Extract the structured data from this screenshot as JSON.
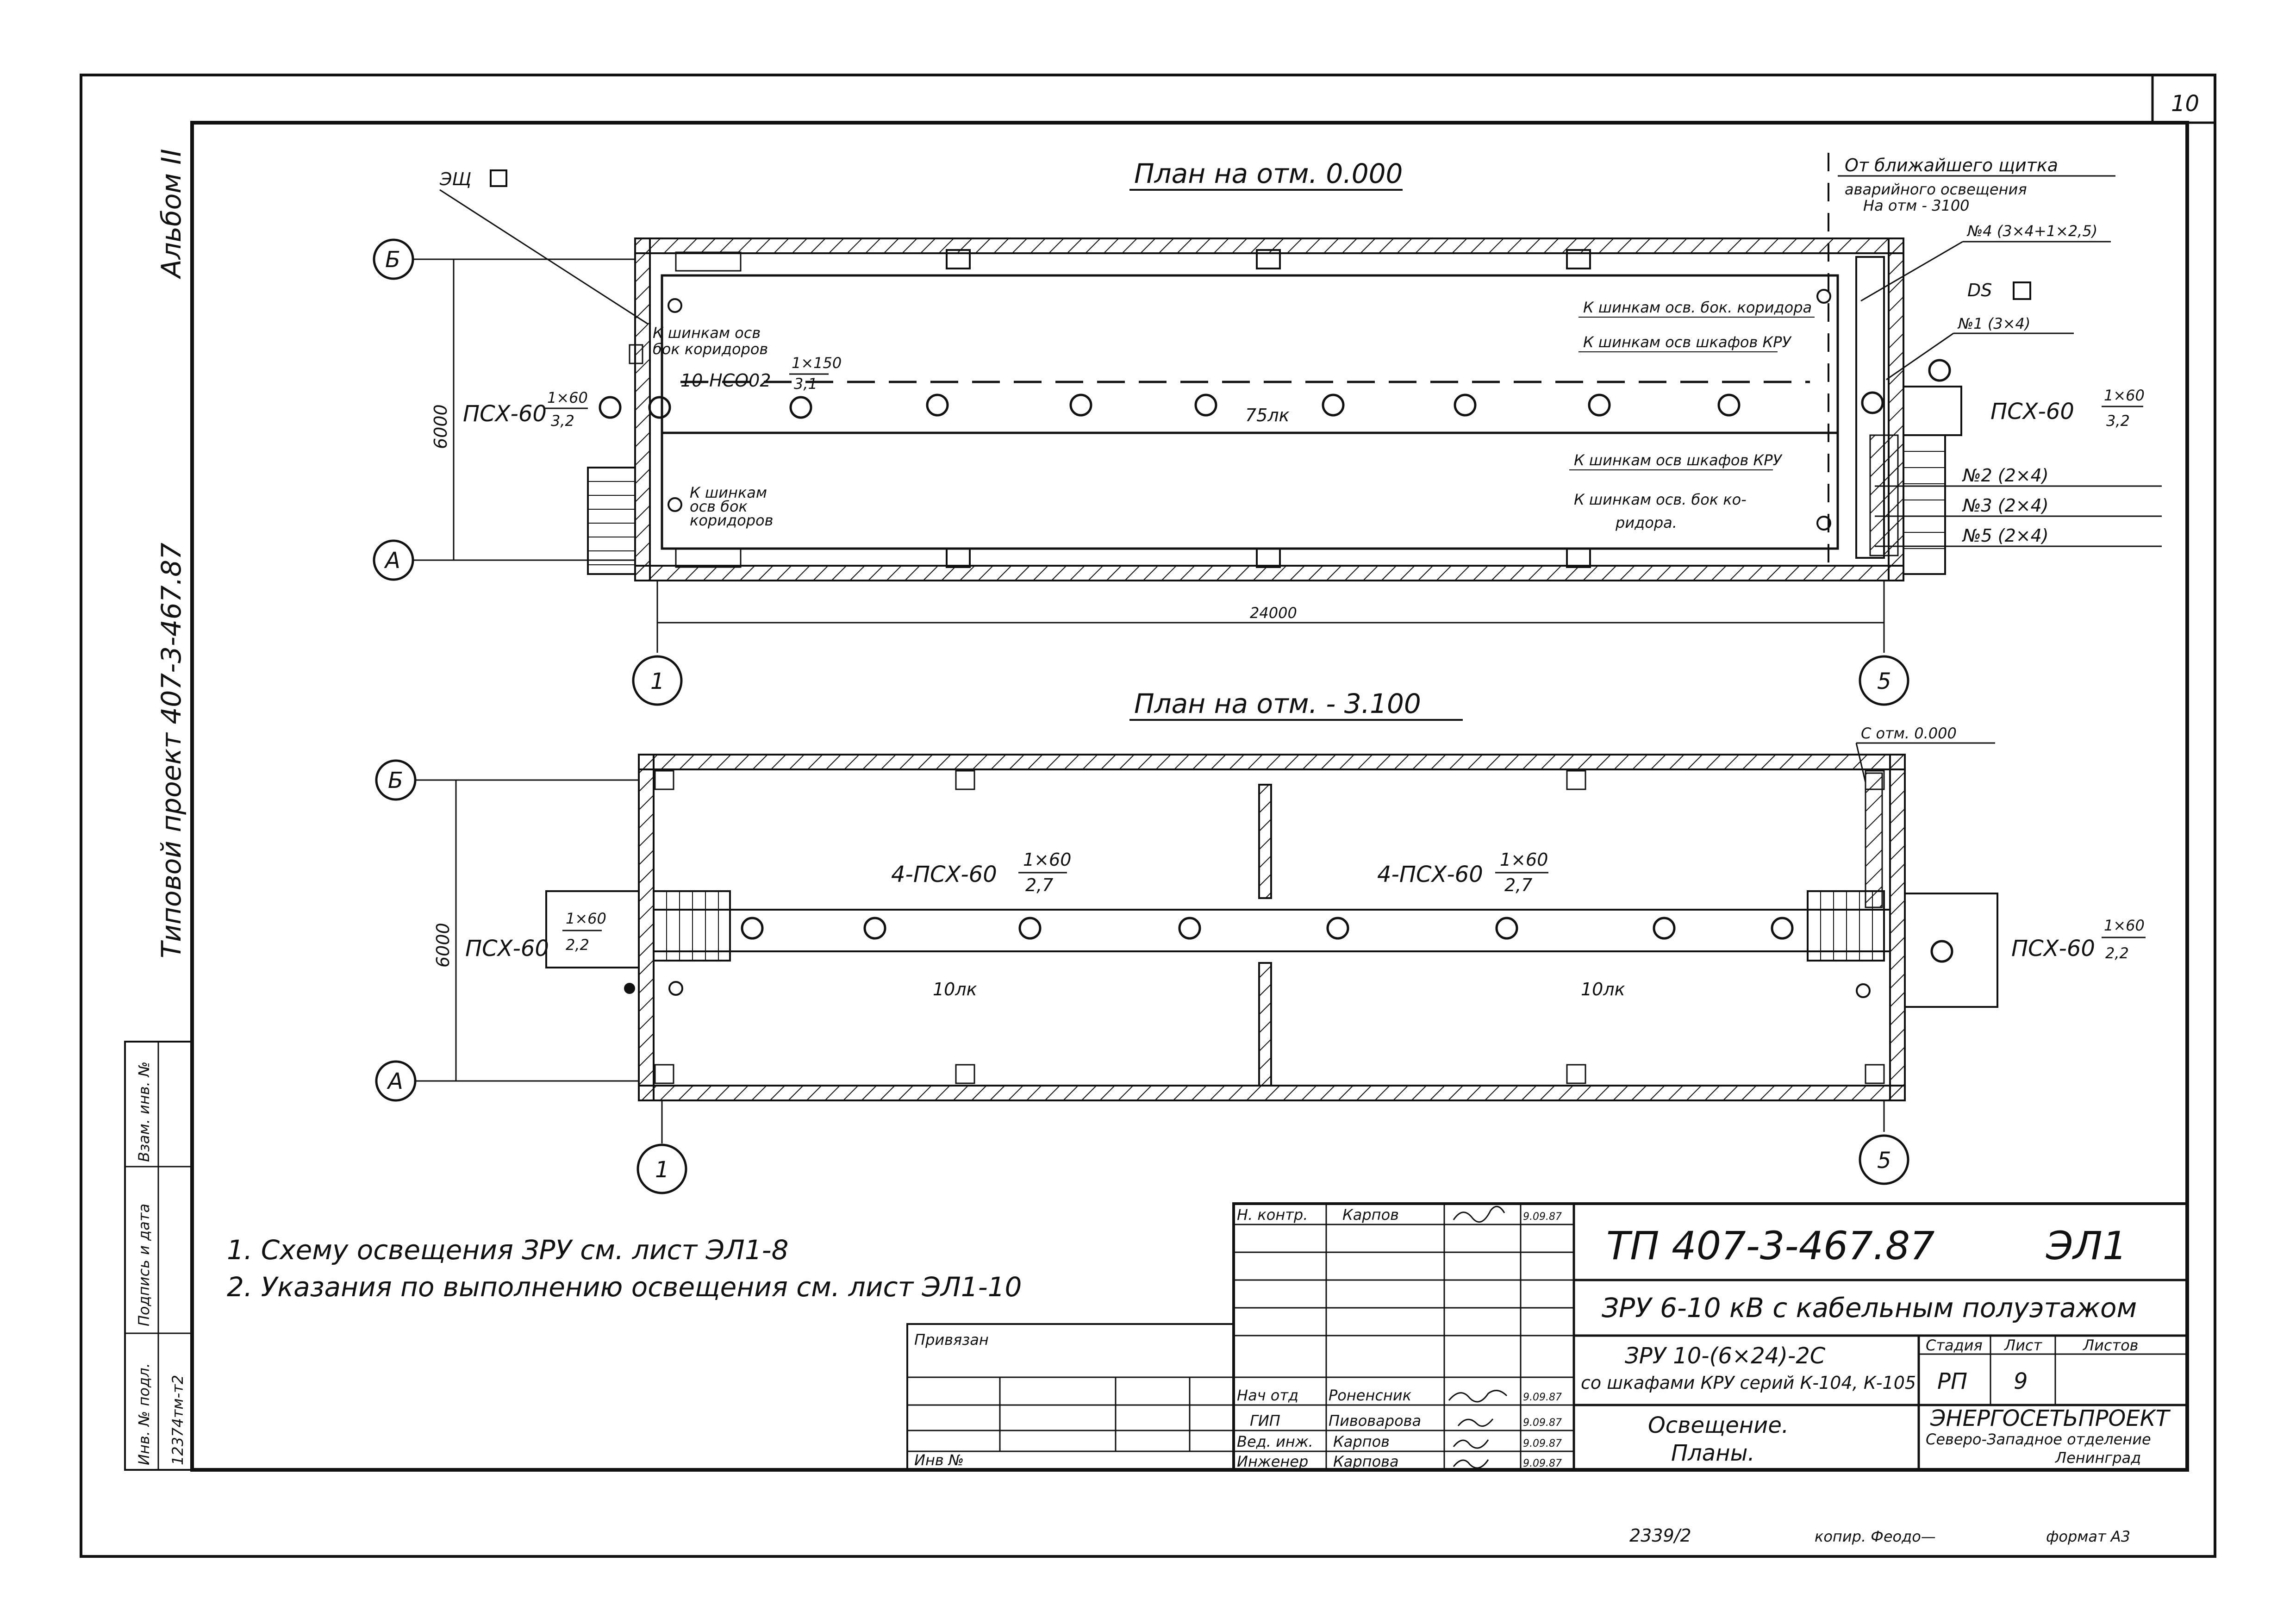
{
  "sheet": {
    "sheet_number": "10",
    "album": "Альбом II",
    "project": "Типовой проект 407-3-467.87"
  },
  "plan_top": {
    "title": "План на отм. 0.000",
    "axis_b": "Б",
    "axis_a": "А",
    "axis_1": "1",
    "axis_5": "5",
    "dim_height": "6000",
    "dim_width": "24000",
    "eq_label": "ЭЩ",
    "ds_label": "DS",
    "lamp_left_type": "ПСХ-60",
    "lamp_left_num": "1×60",
    "lamp_left_den": "3,2",
    "lamp_right_type": "ПСХ-60",
    "lamp_right_num": "1×60",
    "lamp_right_den": "3,2",
    "fixture_type": "10-НСО02",
    "fixture_num": "1×150",
    "fixture_den": "3,1",
    "lux": "75лк",
    "note_left_top": [
      "К шинкам осв",
      "бок коридоров"
    ],
    "note_left_bottom": [
      "К шинкам",
      "осв бок",
      "коридоров"
    ],
    "note_r1": "К шинкам осв. бок. коридора",
    "note_r2": "К шинкам осв шкафов КРУ",
    "note_r3": "К шинкам осв шкафов КРУ",
    "note_r4": [
      "К шинкам осв. бок ко-",
      "ридора."
    ],
    "emergency": [
      "От ближайшего щитка",
      "аварийного освещения",
      "На отм - 3100"
    ],
    "feed_4": "№4 (3×4+1×2,5)",
    "feed_1": "№1 (3×4)",
    "feed_2": "№2 (2×4)",
    "feed_3": "№3 (2×4)",
    "feed_5": "№5 (2×4)"
  },
  "plan_bottom": {
    "title": "План на отм. - 3.100",
    "axis_b": "Б",
    "axis_a": "А",
    "axis_1": "1",
    "axis_5": "5",
    "dim_height": "6000",
    "from_level": "С отм. 0.000",
    "left_type": "ПСХ-60",
    "left_num": "1×60",
    "left_den": "2,2",
    "right_type": "ПСХ-60",
    "right_num": "1×60",
    "right_den": "2,2",
    "mid1_type": "4-ПСХ-60",
    "mid1_num": "1×60",
    "mid1_den": "2,7",
    "mid2_type": "4-ПСХ-60",
    "mid2_num": "1×60",
    "mid2_den": "2,7",
    "lux_left": "10лк",
    "lux_right": "10лк"
  },
  "notes": [
    "1. Схему освещения ЗРУ см. лист ЭЛ1-8",
    "2. Указания по выполнению освещения см. лист ЭЛ1-10"
  ],
  "stamp": {
    "designation": "ТП 407-3-467.87",
    "code": "ЭЛ1",
    "title1": "ЗРУ 6-10 кВ с кабельным полуэтажом",
    "title2a": "ЗРУ 10-(6×24)-2С",
    "title2b": "со шкафами КРУ серий К-104, К-105",
    "title3a": "Освещение.",
    "title3b": "Планы.",
    "stage_h": "Стадия",
    "sheet_h": "Лист",
    "sheets_h": "Листов",
    "stage": "РП",
    "sheet": "9",
    "sheets": "",
    "org1": "ЭНЕРГОСЕТЬПРОЕКТ",
    "org2": "Северо-Западное отделение",
    "org3": "Ленинград",
    "rows": [
      {
        "role": "Н. контр.",
        "name": "Карпов",
        "date": "9.09.87"
      },
      {
        "role": "Нач отд",
        "name": "Роненсник",
        "date": "9.09.87"
      },
      {
        "role": "ГИП",
        "name": "Пивоварова",
        "date": "9.09.87"
      },
      {
        "role": "Вед. инж.",
        "name": "Карпов",
        "date": "9.09.87"
      },
      {
        "role": "Инженер",
        "name": "Карпова",
        "date": "9.09.87"
      }
    ],
    "privyazan": "Привязан",
    "inv_no": "Инв №"
  },
  "side_stamp": {
    "inv_podl": "Инв. № подл.",
    "podpis": "Подпись и дата",
    "vzam": "Взам. инв. №",
    "inv_value": "12374тм-т2"
  },
  "footer": {
    "number": "2339/2",
    "copied": "копир. Феодо—",
    "format": "формат А3"
  }
}
